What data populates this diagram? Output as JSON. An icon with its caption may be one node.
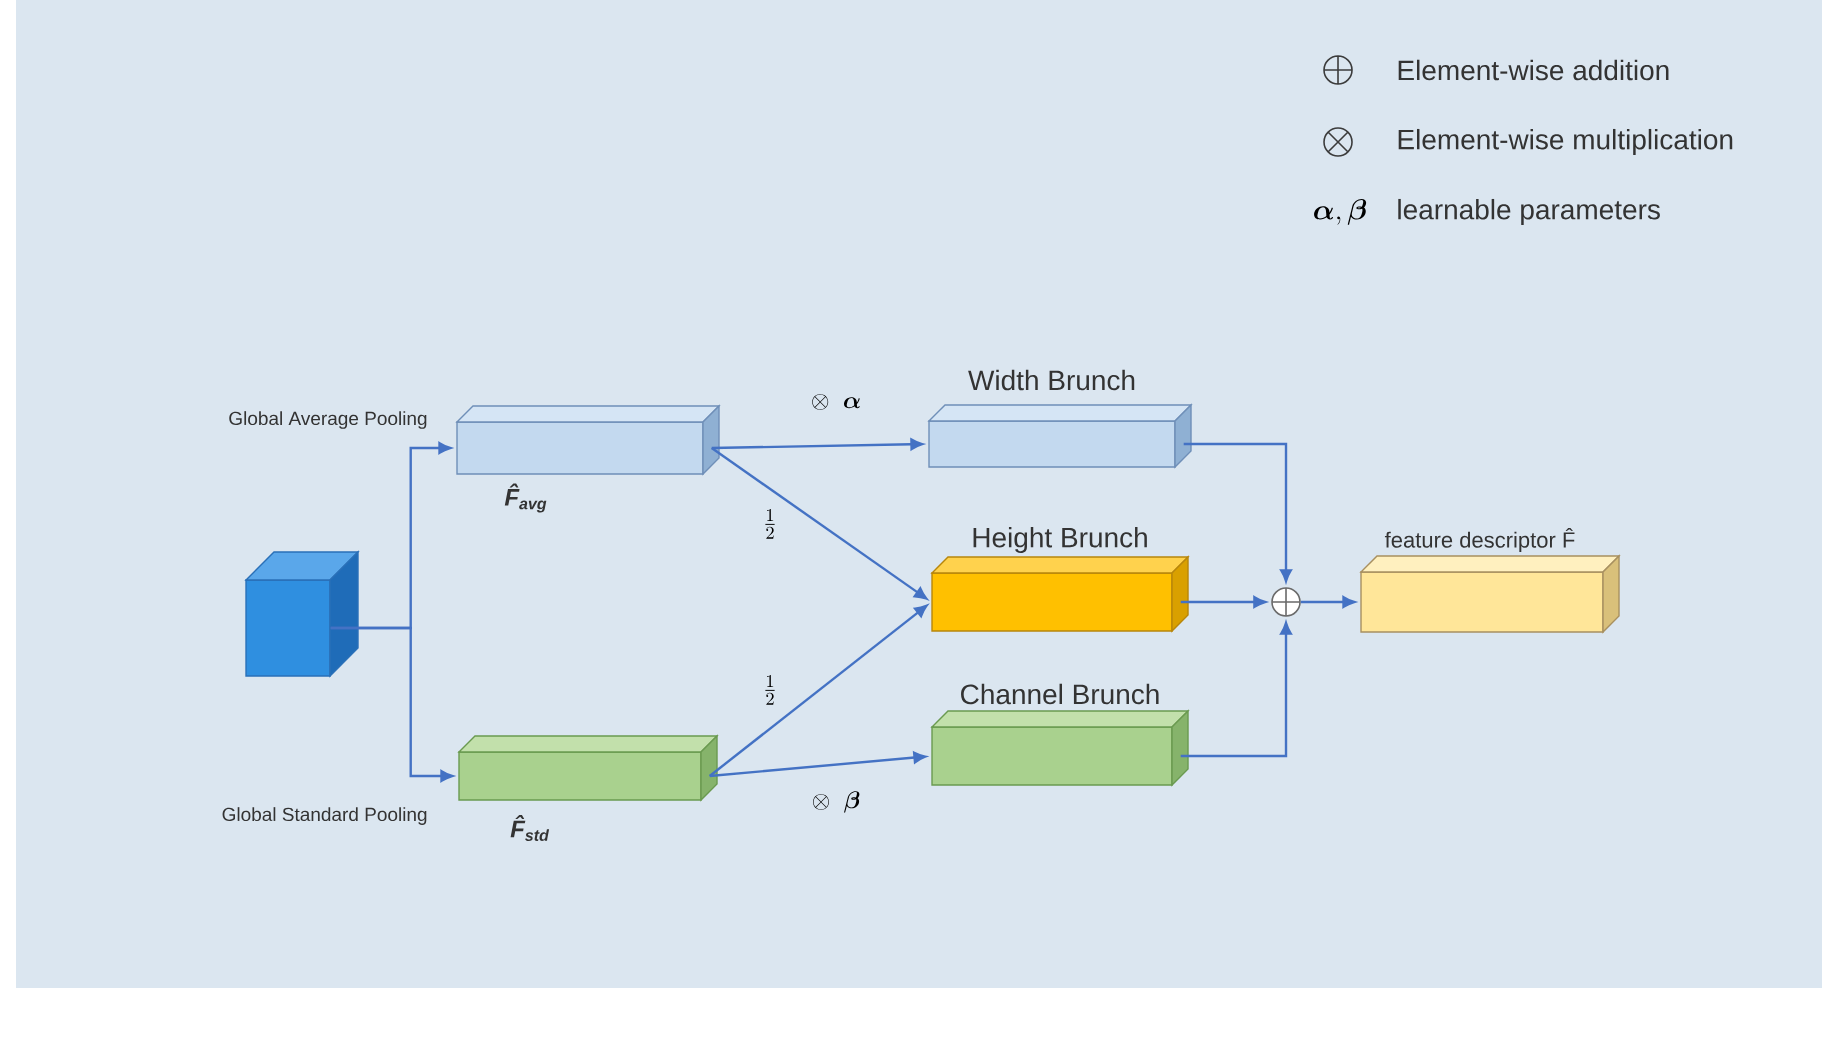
{
  "diagram": {
    "nodes": [
      {
        "text": [],
        "shape": "box"
      },
      {
        "text": [
          "F̂$_{avg}$"
        ],
        "beside": [
          "Global Average Pooling"
        ]
      },
      {
        "text": [
          "F̂$_{std}$"
        ],
        "beside": [
          "Global Standard Pooling"
        ]
      },
      {
        "text": [
          "Width Brunch"
        ]
      },
      {
        "text": [
          "Height Brunch"
        ]
      },
      {
        "text": [
          "Channel Brunch"
        ]
      },
      {
        "text": [],
        "shape": "circle"
      },
      {
        "text": [
          "feature descriptor F̂"
        ]
      }
    ],
    "edges": [
      {
        "from": 0,
        "to": 1,
        "arrow": "to"
      },
      {
        "from": 0,
        "to": 2,
        "arrow": "to"
      },
      {
        "from": 1,
        "to": 3,
        "arrow": "to",
        "label": "\\otimes\\;\\; \\boldsymbol{\\alpha}"
      },
      {
        "from": 1,
        "to": 4,
        "arrow": "to",
        "label": "\\frac{1}{2}"
      },
      {
        "from": 2,
        "to": 4,
        "arrow": "to",
        "label": "\\frac{1}{2}"
      },
      {
        "from": 2,
        "to": 5,
        "arrow": "to",
        "label": "\\otimes\\;\\; \\boldsymbol{\\beta}"
      },
      {
        "from": 3,
        "to": 6,
        "arrow": "to"
      },
      {
        "from": 4,
        "to": 6,
        "arrow": "to"
      },
      {
        "from": 5,
        "to": 6,
        "arrow": "to"
      },
      {
        "from": 6,
        "to": 7,
        "arrow": "to"
      }
    ],
    "labels": [
      "\\boldsymbol{\\alpha},\\boldsymbol{\\beta}"
    ],
    "legend": [
      {
        "text": "Element-wise addition"
      },
      {
        "text": "Element-wise multiplication"
      },
      {
        "text": "learnable parameters"
      }
    ]
  }
}
